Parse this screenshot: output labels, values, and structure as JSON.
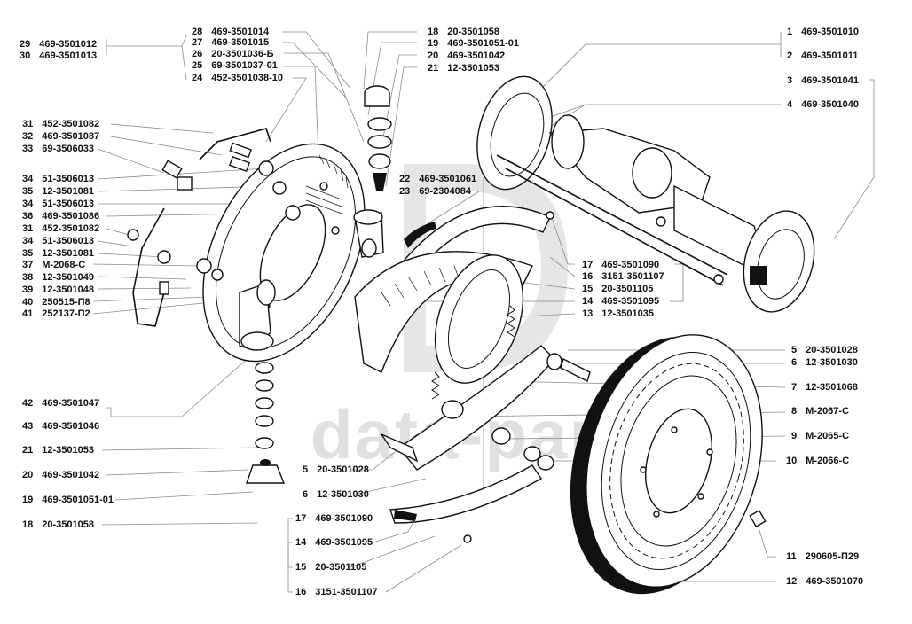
{
  "watermark": {
    "text": "data-part",
    "logo": "D-logo-watermark"
  },
  "diagram": {
    "title": "Brake mechanism exploded view",
    "callouts": [
      {
        "num": "29",
        "part": "469-3501012"
      },
      {
        "num": "30",
        "part": "469-3501013"
      },
      {
        "num": "28",
        "part": "469-3501014"
      },
      {
        "num": "27",
        "part": "469-3501015"
      },
      {
        "num": "26",
        "part": "20-3501036-Б"
      },
      {
        "num": "25",
        "part": "69-3501037-01"
      },
      {
        "num": "24",
        "part": "452-3501038-10"
      },
      {
        "num": "18",
        "part": "20-3501058"
      },
      {
        "num": "19",
        "part": "469-3501051-01"
      },
      {
        "num": "20",
        "part": "469-3501042"
      },
      {
        "num": "21",
        "part": "12-3501053"
      },
      {
        "num": "1",
        "part": "469-3501010"
      },
      {
        "num": "2",
        "part": "469-3501011"
      },
      {
        "num": "3",
        "part": "469-3501041"
      },
      {
        "num": "4",
        "part": "469-3501040"
      },
      {
        "num": "31",
        "part": "452-3501082"
      },
      {
        "num": "32",
        "part": "469-3501087"
      },
      {
        "num": "33",
        "part": "69-3506033"
      },
      {
        "num": "34",
        "part": "51-3506013"
      },
      {
        "num": "35",
        "part": "12-3501081"
      },
      {
        "num": "34",
        "part": "51-3506013"
      },
      {
        "num": "36",
        "part": "469-3501086"
      },
      {
        "num": "31",
        "part": "452-3501082"
      },
      {
        "num": "34",
        "part": "51-3506013"
      },
      {
        "num": "35",
        "part": "12-3501081"
      },
      {
        "num": "37",
        "part": "М-2068-С"
      },
      {
        "num": "38",
        "part": "12-3501049"
      },
      {
        "num": "39",
        "part": "12-3501048"
      },
      {
        "num": "40",
        "part": "250515-П8"
      },
      {
        "num": "41",
        "part": "252137-П2"
      },
      {
        "num": "22",
        "part": "469-3501061"
      },
      {
        "num": "23",
        "part": "69-2304084"
      },
      {
        "num": "17",
        "part": "469-3501090"
      },
      {
        "num": "16",
        "part": "3151-3501107"
      },
      {
        "num": "15",
        "part": "20-3501105"
      },
      {
        "num": "14",
        "part": "469-3501095"
      },
      {
        "num": "13",
        "part": "12-3501035"
      },
      {
        "num": "5",
        "part": "20-3501028"
      },
      {
        "num": "6",
        "part": "12-3501030"
      },
      {
        "num": "7",
        "part": "12-3501068"
      },
      {
        "num": "8",
        "part": "М-2067-С"
      },
      {
        "num": "9",
        "part": "М-2065-С"
      },
      {
        "num": "10",
        "part": "М-2066-С"
      },
      {
        "num": "42",
        "part": "469-3501047"
      },
      {
        "num": "43",
        "part": "469-3501046"
      },
      {
        "num": "21",
        "part": "12-3501053"
      },
      {
        "num": "20",
        "part": "469-3501042"
      },
      {
        "num": "19",
        "part": "469-3501051-01"
      },
      {
        "num": "18",
        "part": "20-3501058"
      },
      {
        "num": "5",
        "part": "20-3501028"
      },
      {
        "num": "6",
        "part": "12-3501030"
      },
      {
        "num": "17",
        "part": "469-3501090"
      },
      {
        "num": "14",
        "part": "469-3501095"
      },
      {
        "num": "15",
        "part": "20-3501105"
      },
      {
        "num": "16",
        "part": "3151-3501107"
      },
      {
        "num": "11",
        "part": "290605-П29"
      },
      {
        "num": "12",
        "part": "469-3501070"
      }
    ],
    "parts_drawn": [
      "brake-backing-plate",
      "wheel-cylinder",
      "brake-line",
      "brake-shoe-upper",
      "brake-shoe-lower",
      "return-spring",
      "axle-assembly",
      "brake-drum",
      "drum-screw",
      "bleeder-valve-stack"
    ]
  }
}
